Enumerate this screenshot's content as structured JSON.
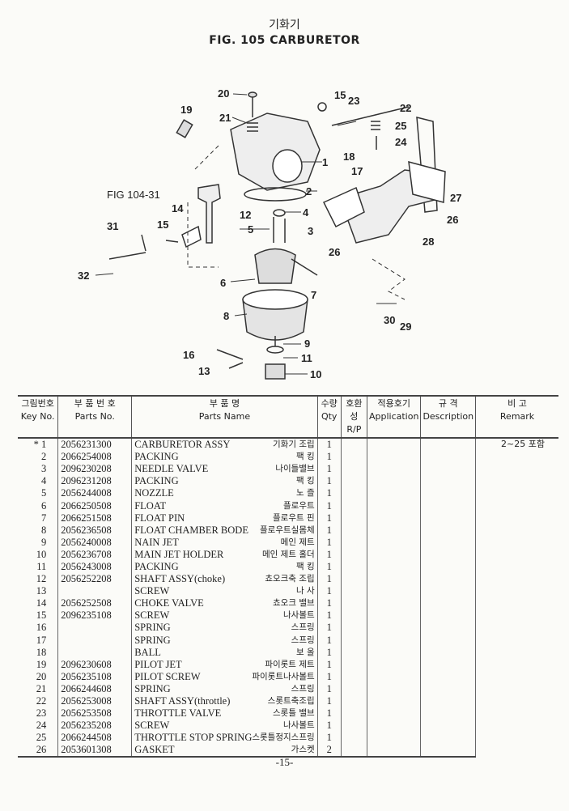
{
  "header": {
    "title_ko": "기화기",
    "title_en": "FIG. 105  CARBURETOR"
  },
  "callouts": [
    "20",
    "21",
    "19",
    "15",
    "23",
    "22",
    "25",
    "24",
    "18",
    "17",
    "1",
    "2",
    "4",
    "3",
    "5",
    "12",
    "14",
    "15",
    "FIG 104-31",
    "31",
    "32",
    "6",
    "7",
    "8",
    "9",
    "11",
    "10",
    "13",
    "16",
    "26",
    "27",
    "26",
    "28",
    "30",
    "29"
  ],
  "table": {
    "headers": [
      {
        "ko": "그림번호",
        "en": "Key No."
      },
      {
        "ko": "부 품 번 호",
        "en": "Parts No."
      },
      {
        "ko": "부    품    명",
        "en": "Parts   Name"
      },
      {
        "ko": "수량",
        "en": "Qty"
      },
      {
        "ko": "호환성",
        "en": "R/P"
      },
      {
        "ko": "적용호기",
        "en": "Application"
      },
      {
        "ko": "규  격",
        "en": "Description"
      },
      {
        "ko": "비      고",
        "en": "Remark"
      }
    ],
    "remark_row1": "2~25 포함",
    "rows": [
      {
        "key": "* 1",
        "part_no": "2056231300",
        "name_en": "CARBURETOR ASSY",
        "name_ko": "기화기 조립",
        "qty": "1"
      },
      {
        "key": "2",
        "part_no": "2066254008",
        "name_en": "PACKING",
        "name_ko": "팩 킹",
        "qty": "1"
      },
      {
        "key": "3",
        "part_no": "2096230208",
        "name_en": "NEEDLE VALVE",
        "name_ko": "나이들밸브",
        "qty": "1"
      },
      {
        "key": "4",
        "part_no": "2096231208",
        "name_en": "PACKING",
        "name_ko": "팩 킹",
        "qty": "1"
      },
      {
        "key": "5",
        "part_no": "2056244008",
        "name_en": "NOZZLE",
        "name_ko": "노 즐",
        "qty": "1"
      },
      {
        "key": "6",
        "part_no": "2066250508",
        "name_en": "FLOAT",
        "name_ko": "플로우트",
        "qty": "1"
      },
      {
        "key": "7",
        "part_no": "2066251508",
        "name_en": "FLOAT PIN",
        "name_ko": "플로우트 핀",
        "qty": "1"
      },
      {
        "key": "8",
        "part_no": "2056236508",
        "name_en": "FLOAT CHAMBER BODE",
        "name_ko": "플로우트실몸체",
        "qty": "1"
      },
      {
        "key": "9",
        "part_no": "2056240008",
        "name_en": "NAIN JET",
        "name_ko": "메인 제트",
        "qty": "1"
      },
      {
        "key": "10",
        "part_no": "2056236708",
        "name_en": "MAIN JET HOLDER",
        "name_ko": "메인 제트 홀더",
        "qty": "1"
      },
      {
        "key": "11",
        "part_no": "2056243008",
        "name_en": "PACKING",
        "name_ko": "팩 킹",
        "qty": "1"
      },
      {
        "key": "12",
        "part_no": "2056252208",
        "name_en": "SHAFT ASSY(choke)",
        "name_ko": "쵸오크축 조립",
        "qty": "1"
      },
      {
        "key": "13",
        "part_no": "",
        "name_en": "SCREW",
        "name_ko": "나 사",
        "qty": "1"
      },
      {
        "key": "14",
        "part_no": "2056252508",
        "name_en": "CHOKE VALVE",
        "name_ko": "쵸오크 밸브",
        "qty": "1"
      },
      {
        "key": "15",
        "part_no": "2096235108",
        "name_en": "SCREW",
        "name_ko": "나사볼트",
        "qty": "1"
      },
      {
        "key": "16",
        "part_no": "",
        "name_en": "SPRING",
        "name_ko": "스프링",
        "qty": "1"
      },
      {
        "key": "17",
        "part_no": "",
        "name_en": "SPRING",
        "name_ko": "스프링",
        "qty": "1"
      },
      {
        "key": "18",
        "part_no": "",
        "name_en": "BALL",
        "name_ko": "보 올",
        "qty": "1"
      },
      {
        "key": "19",
        "part_no": "2096230608",
        "name_en": "PILOT JET",
        "name_ko": "파이롯트 제트",
        "qty": "1"
      },
      {
        "key": "20",
        "part_no": "2056235108",
        "name_en": "PILOT SCREW",
        "name_ko": "파이롯트나사볼트",
        "qty": "1"
      },
      {
        "key": "21",
        "part_no": "2066244608",
        "name_en": "SPRING",
        "name_ko": "스프링",
        "qty": "1"
      },
      {
        "key": "22",
        "part_no": "2056253008",
        "name_en": "SHAFT ASSY(throttle)",
        "name_ko": "스롯트축조립",
        "qty": "1"
      },
      {
        "key": "23",
        "part_no": "2056253508",
        "name_en": "THROTTLE VALVE",
        "name_ko": "스롯틀 밸브",
        "qty": "1"
      },
      {
        "key": "24",
        "part_no": "2056235208",
        "name_en": "SCREW",
        "name_ko": "나사볼트",
        "qty": "1"
      },
      {
        "key": "25",
        "part_no": "2066244508",
        "name_en": "THROTTLE STOP SPRING",
        "name_ko": "스롯틀정지스프링",
        "qty": "1"
      },
      {
        "key": "26",
        "part_no": "2053601308",
        "name_en": "GASKET",
        "name_ko": "가스켓",
        "qty": "2"
      }
    ]
  },
  "footer": {
    "page": "-15-"
  }
}
